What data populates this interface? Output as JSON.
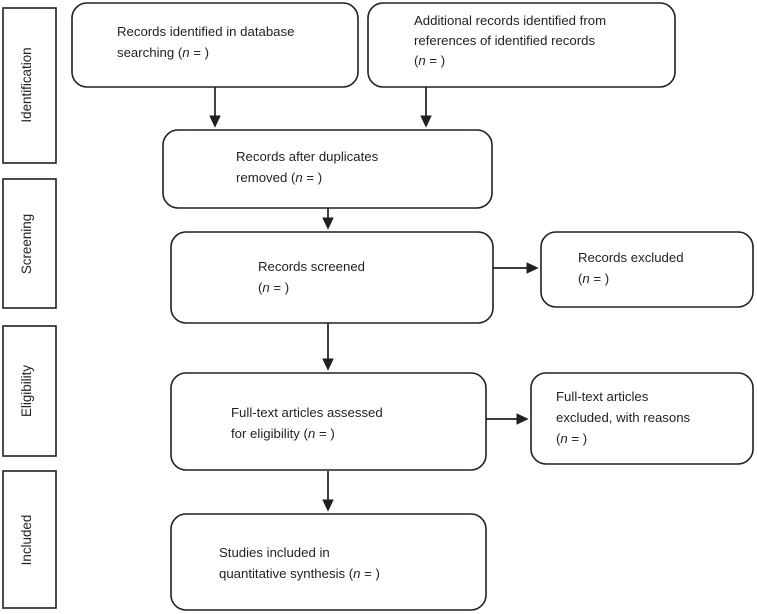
{
  "diagram": {
    "type": "prisma-flow-diagram",
    "title": "PRISMA Flow Diagram",
    "colors": {
      "stroke": "#231f20",
      "fill": "#ffffff",
      "background": "#ffffff"
    },
    "stages": [
      {
        "id": "identification",
        "label": "Identification"
      },
      {
        "id": "screening",
        "label": "Screening"
      },
      {
        "id": "eligibility",
        "label": "Eligibility"
      },
      {
        "id": "included",
        "label": "Included"
      }
    ],
    "boxes": {
      "records_database": {
        "lines": [
          {
            "text": "Records identified in database"
          },
          {
            "text": "searching (",
            "italic": "n",
            "tail": " =  )"
          }
        ],
        "line1": "Records identified in database",
        "line2_pre": "searching (",
        "line2_n": "n",
        "line2_post": " =  )"
      },
      "records_additional": {
        "line1": "Additional records identified from",
        "line2": "references of identified records",
        "line3_pre": "(",
        "line3_n": "n",
        "line3_post": " = )"
      },
      "records_duplicates_removed": {
        "line1": "Records after duplicates",
        "line2_pre": "removed  (",
        "line2_n": "n",
        "line2_post": " = )"
      },
      "records_screened": {
        "line1": "Records screened",
        "line2_pre": "(",
        "line2_n": "n",
        "line2_post": " =  )"
      },
      "records_excluded": {
        "line1": "Records excluded",
        "line2_pre": "(",
        "line2_n": "n",
        "line2_post": " = )"
      },
      "fulltext_assessed": {
        "line1": "Full-text articles assessed",
        "line2_pre": "for eligibility  (",
        "line2_n": "n",
        "line2_post": " =  )"
      },
      "fulltext_excluded": {
        "line1": "Full-text articles",
        "line2": "excluded, with reasons",
        "line3_pre": "(",
        "line3_n": "n",
        "line3_post": " =  )"
      },
      "studies_included": {
        "line1": "Studies included in",
        "line2_pre": "quantitative synthesis  (",
        "line2_n": "n",
        "line2_post": " =  )"
      }
    }
  }
}
